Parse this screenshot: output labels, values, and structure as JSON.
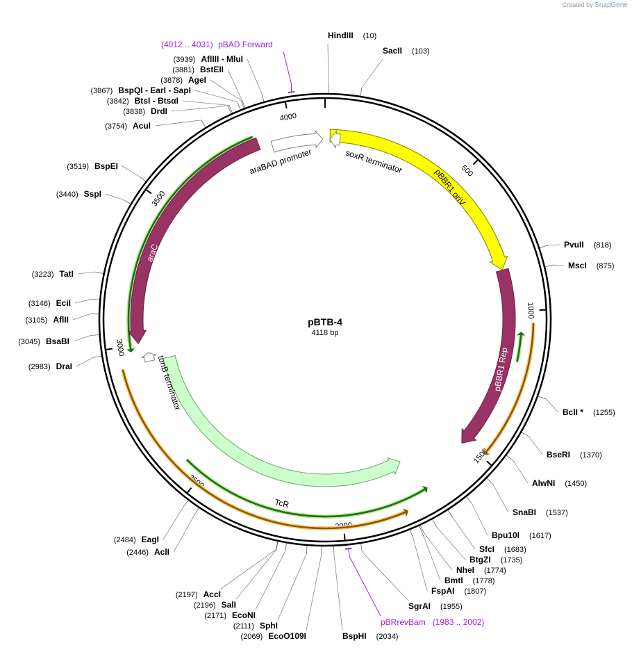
{
  "credit": {
    "prefix": "Created by",
    "brand": "SnapGene"
  },
  "plasmid": {
    "name": "pBTB-4",
    "size_label": "4118 bp",
    "length": 4118
  },
  "ticks": [
    {
      "pos": 500,
      "label": "500"
    },
    {
      "pos": 1000,
      "label": "1000"
    },
    {
      "pos": 1500,
      "label": "1500"
    },
    {
      "pos": 2000,
      "label": "2000"
    },
    {
      "pos": 2500,
      "label": "2500"
    },
    {
      "pos": 3000,
      "label": "3000"
    },
    {
      "pos": 3500,
      "label": "3500"
    },
    {
      "pos": 4000,
      "label": "4000"
    }
  ],
  "features": [
    {
      "name": "pBBR1 oriV",
      "type": "origin",
      "start": 18,
      "end": 850,
      "strand": 1,
      "color": "#ffff00",
      "stroke": "#7f7f00",
      "text_color": "#000000"
    },
    {
      "name": "pBBR1 Rep",
      "type": "cds",
      "start": 851,
      "end": 1510,
      "strand": 1,
      "color": "#993366",
      "stroke": "#6a2046",
      "text_color": "#ffffff"
    },
    {
      "name": "soxR terminator",
      "type": "terminator",
      "start": 18,
      "end": 54,
      "strand": -1,
      "color": "#ffffff",
      "stroke": "#808080",
      "text_color": "#000000"
    },
    {
      "name": "araBAD promoter",
      "type": "promoter",
      "start": 3925,
      "end": 4110,
      "strand": 1,
      "color": "#ffffff",
      "stroke": "#808080",
      "text_color": "#000000"
    },
    {
      "name": "araC",
      "type": "cds",
      "start": 3005,
      "end": 3880,
      "strand": -1,
      "color": "#993366",
      "stroke": "#6a2046",
      "text_color": "#ffffff"
    },
    {
      "name": "tonB terminator",
      "type": "terminator",
      "start": 2937,
      "end": 2968,
      "strand": 1,
      "color": "#ffffff",
      "stroke": "#808080",
      "text_color": "#000000"
    },
    {
      "name": "TcR",
      "type": "cds",
      "start": 1740,
      "end": 2935,
      "strand": -1,
      "color": "#ccffcc",
      "stroke": "#6aa66a",
      "text_color": "#000000"
    }
  ],
  "thin_arrows": [
    {
      "start": 2980,
      "end": 3870,
      "strand": -1,
      "kind": "green"
    },
    {
      "start": 1170,
      "end": 1070,
      "strand": -1,
      "kind": "green",
      "rev": true
    },
    {
      "start": 1700,
      "end": 2570,
      "strand": -1,
      "kind": "green"
    },
    {
      "start": 1040,
      "end": 1490,
      "strand": 1,
      "kind": "orange"
    },
    {
      "start": 1790,
      "end": 2930,
      "strand": -1,
      "kind": "orange"
    }
  ],
  "primers": [
    {
      "name": "pBAD Forward",
      "range": "(4012 .. 4031)",
      "start": 4012,
      "end": 4031
    },
    {
      "name": "pBRrevBam",
      "range": "(1983 .. 2002)",
      "start": 1983,
      "end": 2002
    }
  ],
  "enzymes": [
    {
      "name": "HindIII",
      "pos": "(10)",
      "site": 10,
      "side": "R"
    },
    {
      "name": "SacII",
      "pos": "(103)",
      "site": 103,
      "side": "R"
    },
    {
      "name": "PvuII",
      "pos": "(818)",
      "site": 818,
      "side": "R"
    },
    {
      "name": "MscI",
      "pos": "(875)",
      "site": 875,
      "side": "R"
    },
    {
      "name": "BclI *",
      "pos": "(1255)",
      "site": 1255,
      "side": "R"
    },
    {
      "name": "BseRI",
      "pos": "(1370)",
      "site": 1370,
      "side": "R"
    },
    {
      "name": "AlwNI",
      "pos": "(1450)",
      "site": 1450,
      "side": "R"
    },
    {
      "name": "SnaBI",
      "pos": "(1537)",
      "site": 1537,
      "side": "R"
    },
    {
      "name": "Bpu10I",
      "pos": "(1617)",
      "site": 1617,
      "side": "R"
    },
    {
      "name": "SfcI",
      "pos": "(1683)",
      "site": 1683,
      "side": "R"
    },
    {
      "name": "BtgZI",
      "pos": "(1735)",
      "site": 1735,
      "side": "R"
    },
    {
      "name": "NheI",
      "pos": "(1774)",
      "site": 1774,
      "side": "R"
    },
    {
      "name": "BmtI",
      "pos": "(1778)",
      "site": 1778,
      "side": "R"
    },
    {
      "name": "FspAI",
      "pos": "(1807)",
      "site": 1807,
      "side": "R"
    },
    {
      "name": "SgrAI",
      "pos": "(1955)",
      "site": 1955,
      "side": "R"
    },
    {
      "name": "BspHI",
      "pos": "(2034)",
      "site": 2034,
      "side": "R"
    },
    {
      "name": "EcoO109I",
      "pos": "(2069)",
      "site": 2069,
      "side": "L"
    },
    {
      "name": "SphI",
      "pos": "(2111)",
      "site": 2111,
      "side": "L"
    },
    {
      "name": "EcoNI",
      "pos": "(2171)",
      "site": 2171,
      "side": "L"
    },
    {
      "name": "SalI",
      "pos": "(2196)",
      "site": 2196,
      "side": "L"
    },
    {
      "name": "AccI",
      "pos": "(2197)",
      "site": 2197,
      "side": "L"
    },
    {
      "name": "AclI",
      "pos": "(2446)",
      "site": 2446,
      "side": "L"
    },
    {
      "name": "EagI",
      "pos": "(2484)",
      "site": 2484,
      "side": "L"
    },
    {
      "name": "DraI",
      "pos": "(2983)",
      "site": 2983,
      "side": "L"
    },
    {
      "name": "BsaBI",
      "pos": "(3045)",
      "site": 3045,
      "side": "L"
    },
    {
      "name": "AflII",
      "pos": "(3105)",
      "site": 3105,
      "side": "L"
    },
    {
      "name": "EciI",
      "pos": "(3146)",
      "site": 3146,
      "side": "L"
    },
    {
      "name": "TatI",
      "pos": "(3223)",
      "site": 3223,
      "side": "L"
    },
    {
      "name": "SspI",
      "pos": "(3440)",
      "site": 3440,
      "side": "L"
    },
    {
      "name": "BspEI",
      "pos": "(3519)",
      "site": 3519,
      "side": "L"
    },
    {
      "name": "AcuI",
      "pos": "(3754)",
      "site": 3754,
      "side": "L"
    },
    {
      "name": "DrdI",
      "pos": "(3838)",
      "site": 3838,
      "side": "L"
    },
    {
      "name": "BtsI  - BtsαI",
      "pos": "(3842)",
      "site": 3842,
      "side": "L"
    },
    {
      "name": "BspQI  - EarI  - SapI",
      "pos": "(3867)",
      "site": 3867,
      "side": "L"
    },
    {
      "name": "AgeI",
      "pos": "(3878)",
      "site": 3878,
      "side": "L"
    },
    {
      "name": "BstEII",
      "pos": "(3881)",
      "site": 3881,
      "side": "L"
    },
    {
      "name": "AflIII  - MluI",
      "pos": "(3939)",
      "site": 3939,
      "side": "L"
    }
  ]
}
